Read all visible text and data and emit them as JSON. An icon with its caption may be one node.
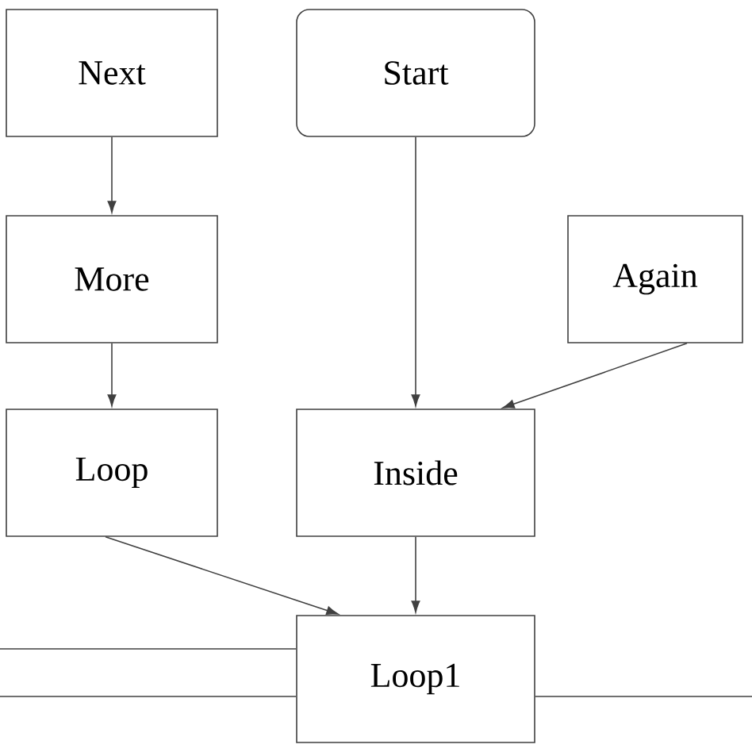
{
  "diagram": {
    "nodes": [
      {
        "text": [
          "Next"
        ]
      },
      {
        "text": [
          "Start"
        ]
      },
      {
        "text": [
          "More"
        ]
      },
      {
        "text": [
          "Again"
        ]
      },
      {
        "text": [
          "Loop"
        ]
      },
      {
        "text": [
          "Inside"
        ]
      },
      {
        "text": [
          "Loop1"
        ]
      }
    ],
    "edges": [
      {
        "from": 0,
        "to": 2,
        "arrow": "to"
      },
      {
        "from": 2,
        "to": 4,
        "arrow": "to"
      },
      {
        "from": 1,
        "to": 5,
        "arrow": "to"
      },
      {
        "from": 3,
        "to": 5,
        "arrow": "to"
      },
      {
        "from": 4,
        "to": 6,
        "arrow": "to"
      },
      {
        "from": 5,
        "to": 6,
        "arrow": "to"
      },
      {
        "from": null,
        "to": 6,
        "arrow": "none"
      },
      {
        "from": null,
        "to": 6,
        "arrow": "none"
      },
      {
        "from": 6,
        "to": null,
        "arrow": "none"
      }
    ]
  }
}
